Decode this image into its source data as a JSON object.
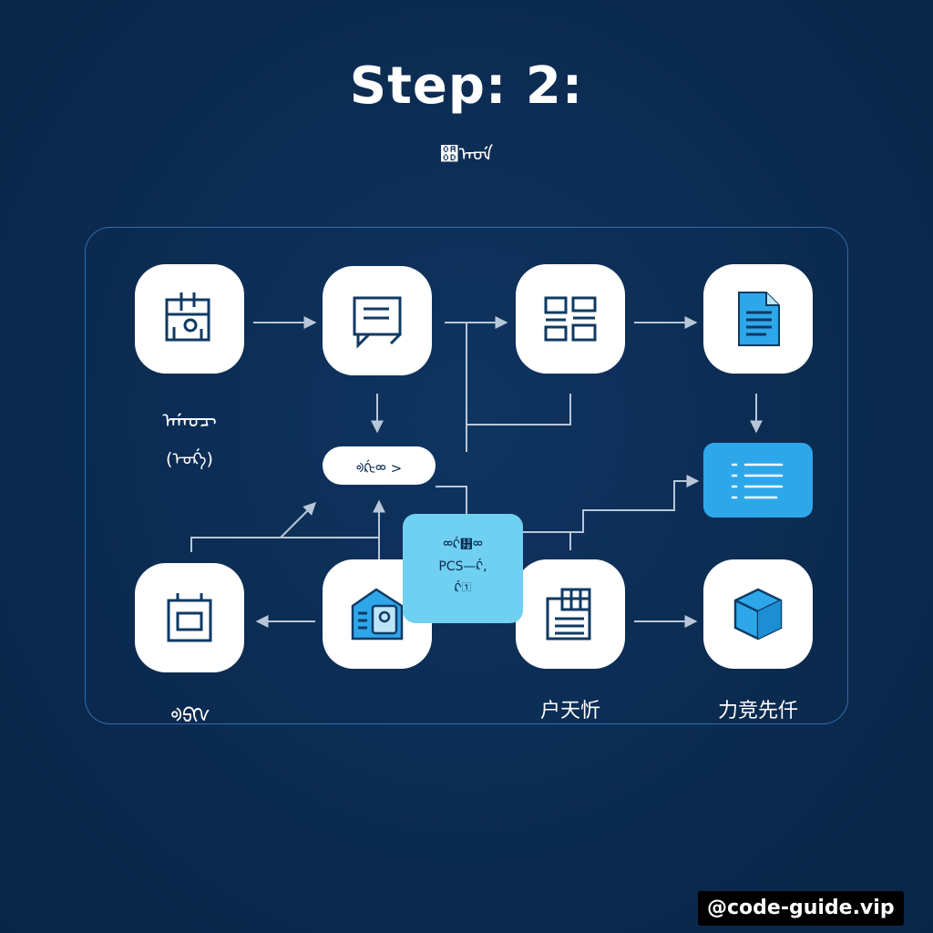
{
  "header": {
    "title": "Step: 2:",
    "subtitle": "਍ᠠᠤᡝ"
  },
  "nodes": {
    "top_1": {
      "icon": "document-map-icon",
      "label": "ᠠ᠋ᡤᠤ᠋ᠴ",
      "sublabel": "(ᡝᠣᡬᡝ᠍)"
    },
    "top_2": {
      "icon": "message-board-icon"
    },
    "top_3": {
      "icon": "grid-layout-icon"
    },
    "top_4": {
      "icon": "file-document-icon"
    },
    "bottom_1": {
      "icon": "building-icon",
      "label": "᠍ᢀᢒᢉ"
    },
    "bottom_2": {
      "icon": "house-folder-icon"
    },
    "bottom_3": {
      "icon": "ledger-icon",
      "label": "户天忻"
    },
    "bottom_4": {
      "icon": "cube-icon",
      "label": "力竞先仟"
    }
  },
  "pill": {
    "label": "ᢀᡬᡄᢁ >"
  },
  "center_box": {
    "line1": "ᢁᡬ᡻ᢁ",
    "line2": "PCS—ᡬ,",
    "line3": "ᡬ᠋"
  },
  "doc_box": {
    "icon": "list-lines-icon"
  },
  "watermark": {
    "text": "@code-guide.vip"
  },
  "colors": {
    "background": "#0b2a4f",
    "panel_border": "#2f6fb0",
    "accent_blue": "#2ea7ea",
    "light_blue": "#6fd0f2",
    "icon_navy": "#0f3a63",
    "connector": "#b8c7d8"
  }
}
